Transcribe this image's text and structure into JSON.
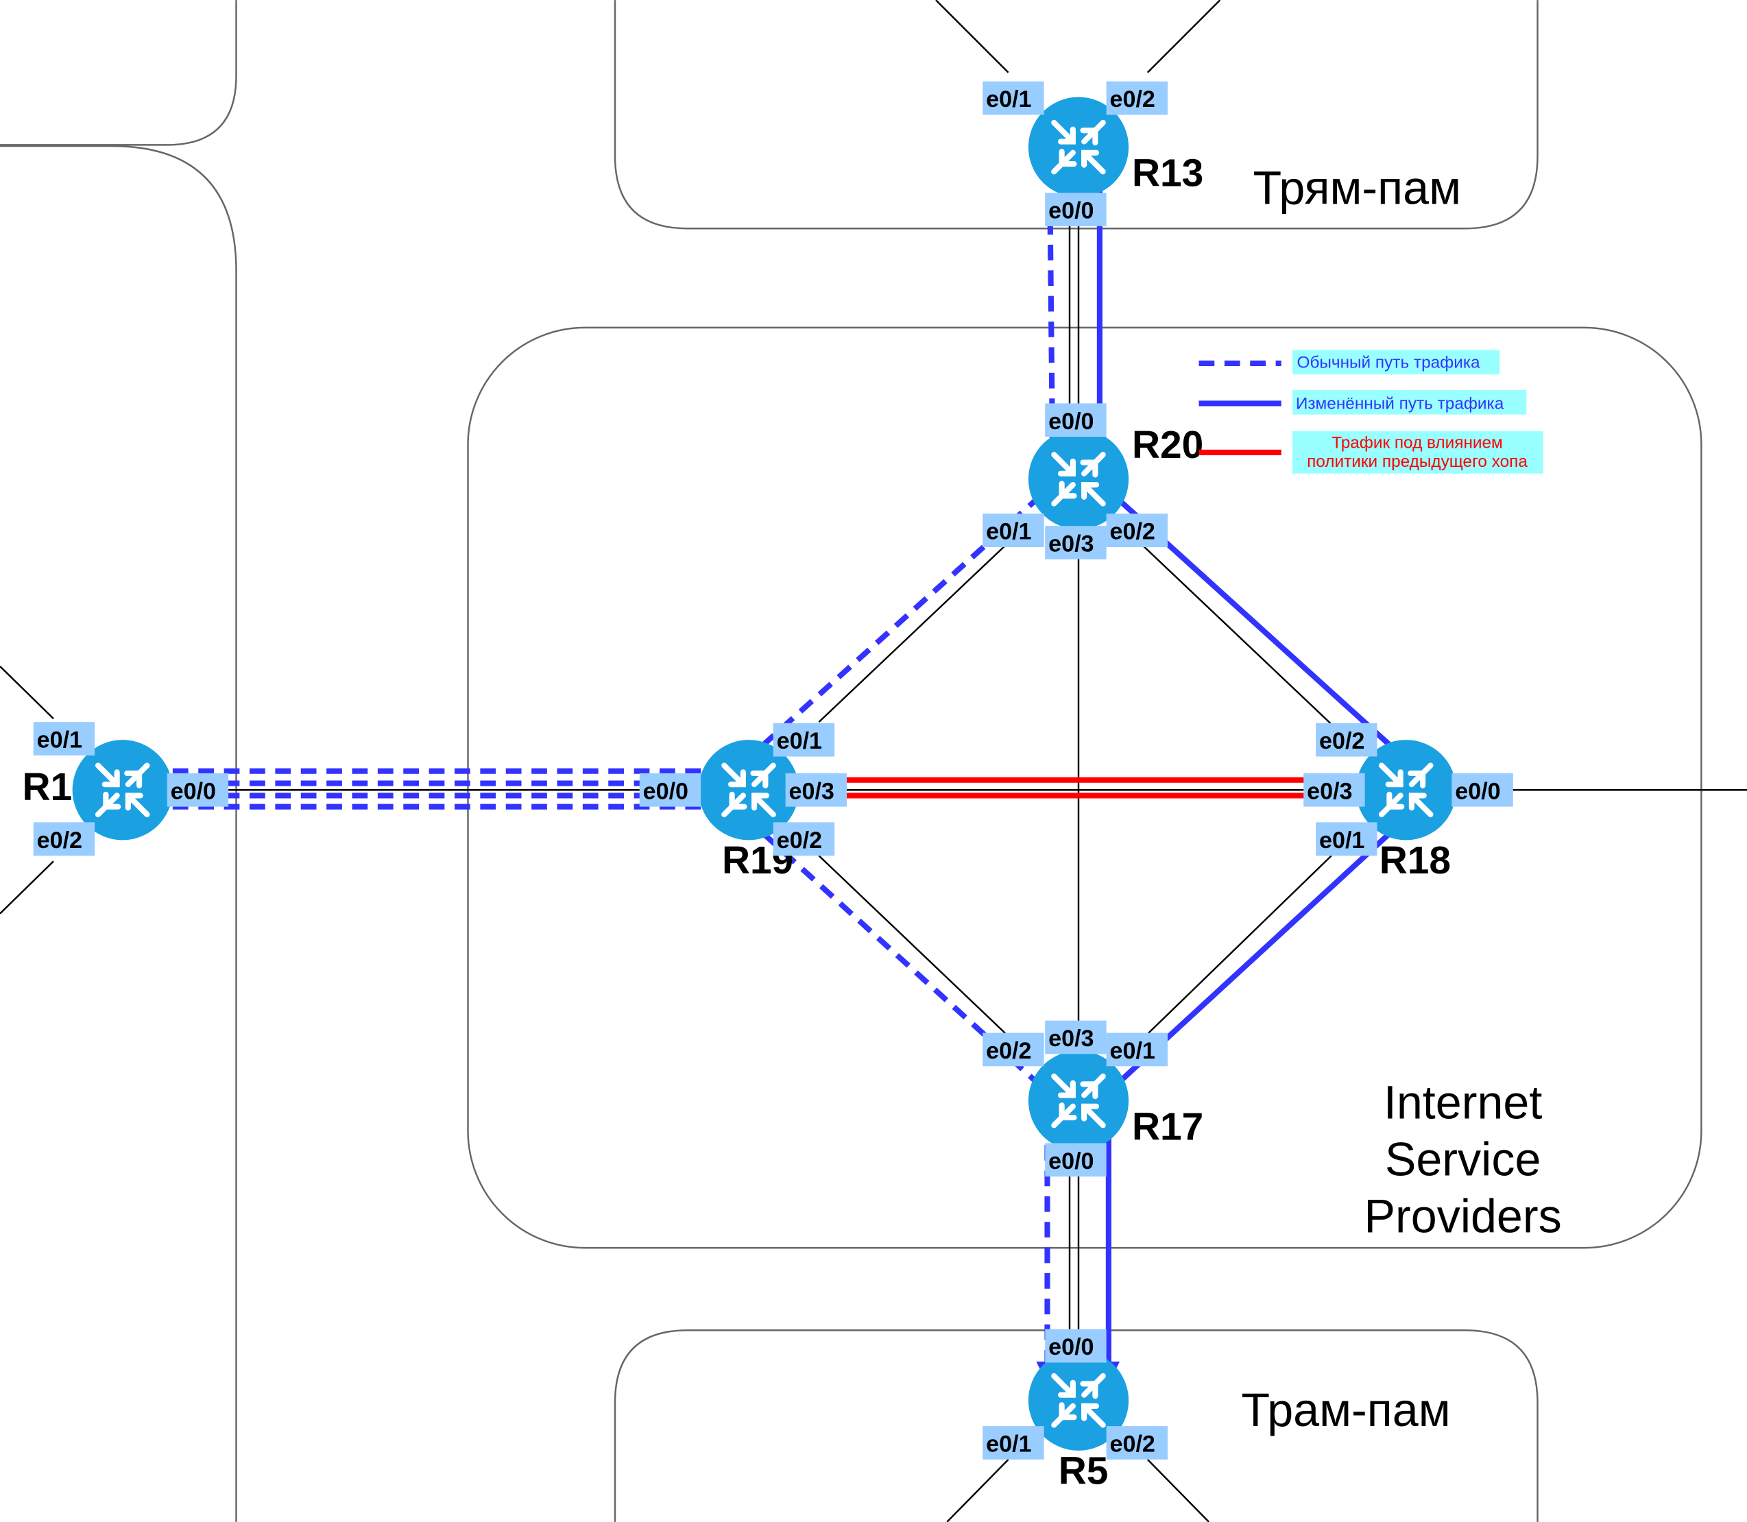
{
  "zones": {
    "top": {
      "label": "Трям-пам"
    },
    "isp": {
      "lines": [
        "Internet",
        "Service",
        "Providers"
      ]
    },
    "bottom": {
      "label": "Трам-пам"
    }
  },
  "routers": {
    "r1": {
      "name": "R1",
      "ifaces": {
        "e01": "e0/1",
        "e02": "e0/2",
        "e00": "e0/0"
      }
    },
    "r13": {
      "name": "R13",
      "ifaces": {
        "e01": "e0/1",
        "e02": "e0/2",
        "e00": "e0/0"
      }
    },
    "r20": {
      "name": "R20",
      "ifaces": {
        "e00": "e0/0",
        "e01": "e0/1",
        "e02": "e0/2",
        "e03": "e0/3"
      }
    },
    "r19": {
      "name": "R19",
      "ifaces": {
        "e00": "e0/0",
        "e01": "e0/1",
        "e02": "e0/2",
        "e03": "e0/3"
      }
    },
    "r18": {
      "name": "R18",
      "ifaces": {
        "e00": "e0/0",
        "e01": "e0/1",
        "e02": "e0/2",
        "e03": "e0/3"
      }
    },
    "r17": {
      "name": "R17",
      "ifaces": {
        "e00": "e0/0",
        "e01": "e0/1",
        "e02": "e0/2",
        "e03": "e0/3"
      }
    },
    "r5": {
      "name": "R5",
      "ifaces": {
        "e00": "e0/0",
        "e01": "e0/1",
        "e02": "e0/2"
      }
    }
  },
  "legend": {
    "normal_path": "Обычный путь трафика",
    "changed_path": "Изменённый путь трафика",
    "prev_hop_line1": "Трафик под влиянием",
    "prev_hop_line2": "политики предыдущего хопа"
  },
  "colors": {
    "router_fill": "#1ba1e2",
    "iface_bg": "#99ccff",
    "blue_path": "#3333ff",
    "red_path": "#ff0000",
    "legend_bg": "#99ffff"
  }
}
